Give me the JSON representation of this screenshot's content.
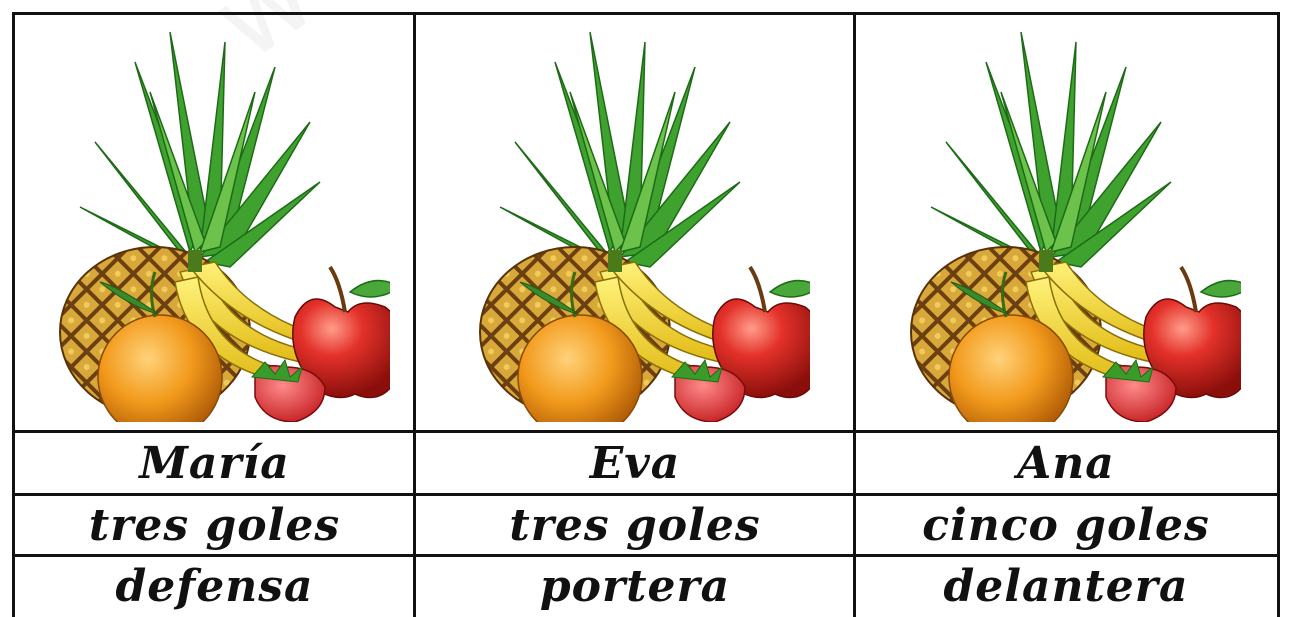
{
  "cards": [
    {
      "name": "María",
      "goals": "tres goles",
      "position": "defensa"
    },
    {
      "name": "Eva",
      "goals": "tres goles",
      "position": "portera"
    },
    {
      "name": "Ana",
      "goals": "cinco goles",
      "position": "delantera"
    }
  ],
  "illustration": {
    "icon": "fruit-basket-icon",
    "colors": {
      "pineapple": "#c9962a",
      "pineapple_dark": "#6b3f10",
      "leaves": "#3a9a2a",
      "banana": "#f2d81e",
      "apple": "#d7231c",
      "orange": "#f29a1c",
      "strawberry": "#e0383a"
    }
  },
  "watermark": "www."
}
